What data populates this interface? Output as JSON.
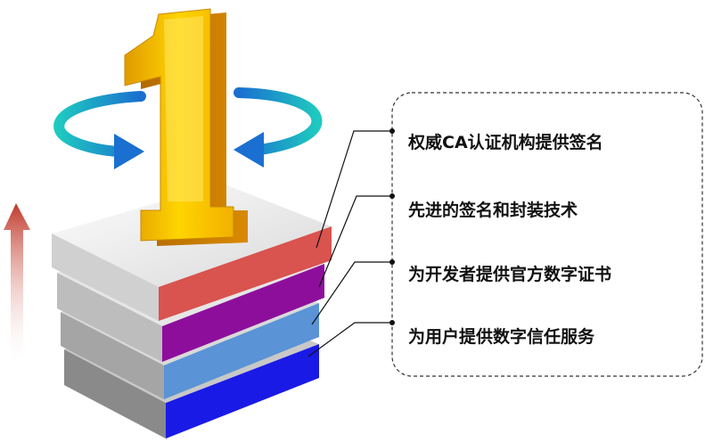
{
  "callout": {
    "items": [
      {
        "label": "权威CA认证机构提供签名",
        "layer_color": "#d9534f"
      },
      {
        "label": "先进的签名和封装技术",
        "layer_color": "#8e0e9c"
      },
      {
        "label": "为开发者提供官方数字证书",
        "layer_color": "#5a93d6"
      },
      {
        "label": "为用户提供数字信任服务",
        "layer_color": "#1a1ae6"
      }
    ]
  },
  "figure": {
    "numeral": "1",
    "numeral_color": "#f5c400",
    "rotation_arrow_color": "#22b8c8",
    "up_arrow_color": "#c0392b"
  }
}
